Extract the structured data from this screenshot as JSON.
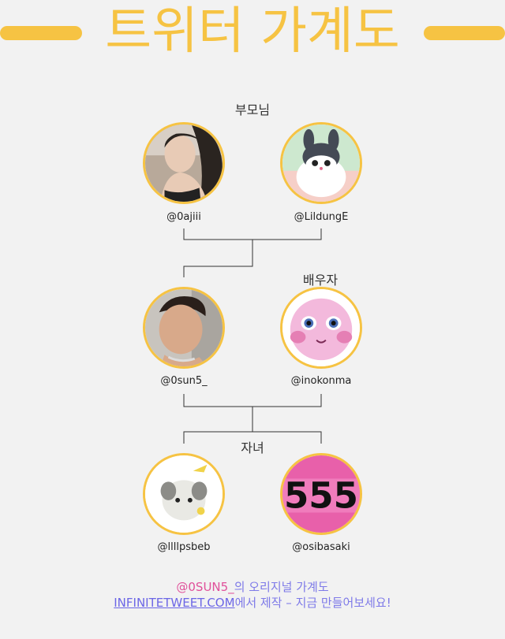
{
  "title": "트위터 가계도",
  "colors": {
    "accent": "#f6c343",
    "footer_text": "#7e7ae8",
    "footer_handle": "#e0509a"
  },
  "sections": {
    "parents": "부모님",
    "spouse": "배우자",
    "children": "자녀"
  },
  "people": {
    "parent1": {
      "handle": "@0ajiii"
    },
    "parent2": {
      "handle": "@LildungE"
    },
    "self": {
      "handle": "@0sun5_"
    },
    "spouse": {
      "handle": "@inokonma"
    },
    "child1": {
      "handle": "@llllpsbeb"
    },
    "child2": {
      "handle": "@osibasaki"
    }
  },
  "footer": {
    "handle": "@0SUN5_",
    "line1_suffix": "의 오리지널 가계도",
    "link": "INFINITETWEET.COM",
    "line2_suffix": "에서 제작 – 지금 만들어보세요!"
  }
}
